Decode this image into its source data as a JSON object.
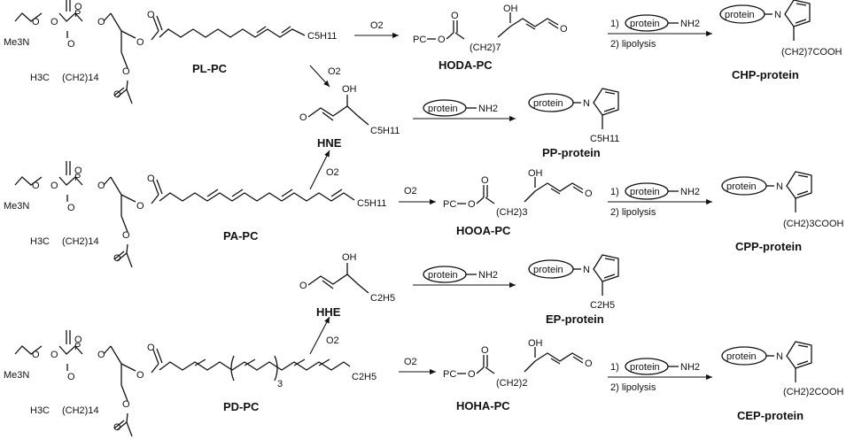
{
  "reagents": {
    "oxygen": "O2",
    "step1_prefix": "1)",
    "step2": "2) lipolysis",
    "protein": "protein",
    "amine": "NH2"
  },
  "atoms": {
    "me3n": "Me3N",
    "o": "O",
    "p": "P",
    "oh": "OH",
    "pc": "PC",
    "n": "N",
    "h3c": "H3C",
    "ch2_14": "(CH2)14",
    "ch2_7": "(CH2)7",
    "ch2_3": "(CH2)3",
    "ch2_2": "(CH2)2",
    "sub3": "3",
    "c5h11": "C5H11",
    "c2h5": "C2H5",
    "ch2_7cooh": "(CH2)7COOH",
    "ch2_3cooh": "(CH2)3COOH",
    "ch2_2cooh": "(CH2)2COOH"
  },
  "labels": {
    "pl_pc": "PL-PC",
    "pa_pc": "PA-PC",
    "pd_pc": "PD-PC",
    "hoda_pc": "HODA-PC",
    "hooa_pc": "HOOA-PC",
    "hoha_pc": "HOHA-PC",
    "hne": "HNE",
    "hhe": "HHE",
    "chp_protein": "CHP-protein",
    "cpp_protein": "CPP-protein",
    "cep_protein": "CEP-protein",
    "pp_protein": "PP-protein",
    "ep_protein": "EP-protein"
  }
}
